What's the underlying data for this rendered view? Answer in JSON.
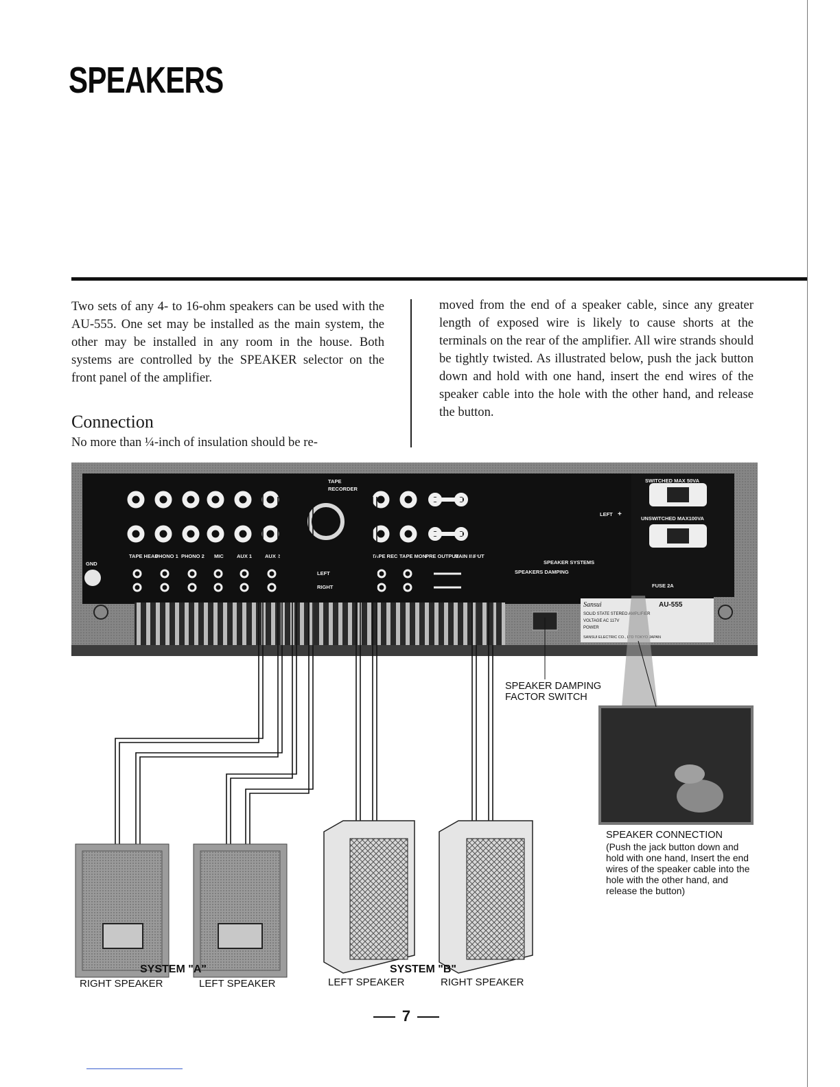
{
  "header": {
    "title": "SPEAKERS"
  },
  "intro": {
    "left_paragraph": "Two sets of any 4- to 16-ohm speakers can be used with the AU-555. One set may be installed as the main system, the other may be installed in any room in the house. Both systems are controlled by the SPEAKER selector on the front panel of the amplifier.",
    "connection_heading": "Connection",
    "connection_start": "No more than ¼-inch of insulation should be re-",
    "right_paragraph": "moved from the end of a speaker cable, since any greater length of exposed wire is likely to cause shorts at the terminals on the rear of the amplifier. All wire strands should be tightly twisted. As illustrated below, push the jack button down and hold with one hand, insert the end wires of the speaker cable into the hole with the other hand, and release the button."
  },
  "panel": {
    "recorder_label": "RECORDER",
    "tape_label": "TAPE",
    "switched_label": "SWITCHED MAX 50VA",
    "unswitched_label": "UNSWITCHED MAX100VA",
    "gnd_label": "GND",
    "input_labels": [
      "TAPE HEAD",
      "PHONO 1",
      "PHONO 2",
      "MIC",
      "AUX 1",
      "AUX 2"
    ],
    "tape_out_labels": [
      "TAPE REC",
      "TAPE MON",
      "PRE OUTPUT",
      "MAIN INPUT"
    ],
    "left_label": "LEFT",
    "right_label": "RIGHT",
    "speaker_systems_label": "SPEAKER SYSTEMS",
    "speaker_damping_small": "SPEAKERS DAMPING",
    "plus_label": "+",
    "left_terminal_label": "LEFT",
    "fuse_label": "FUSE 2A",
    "nameplate": {
      "brand": "Sansui",
      "model": "AU-555",
      "line1": "SOLID STATE STEREO AMPLIFIER",
      "line2": "VOLTAGE  AC 117V",
      "line3": "POWER",
      "line4": "SANSUI ELECTRIC CO., LTD TOKYO JAPAN"
    }
  },
  "captions": {
    "damping_line1": "SPEAKER DAMPING",
    "damping_line2": "FACTOR SWITCH",
    "connection_title": "SPEAKER CONNECTION",
    "connection_text": "(Push the jack button down and hold with one hand, Insert the end wires of the speaker cable into the hole with the other hand, and release the button)",
    "system_a": "SYSTEM \"A\"",
    "system_b": "SYSTEM \"B\"",
    "a_right": "RIGHT SPEAKER",
    "a_left": "LEFT SPEAKER",
    "b_left": "LEFT SPEAKER",
    "b_right": "RIGHT SPEAKER"
  },
  "footer": {
    "page_number": "7"
  }
}
